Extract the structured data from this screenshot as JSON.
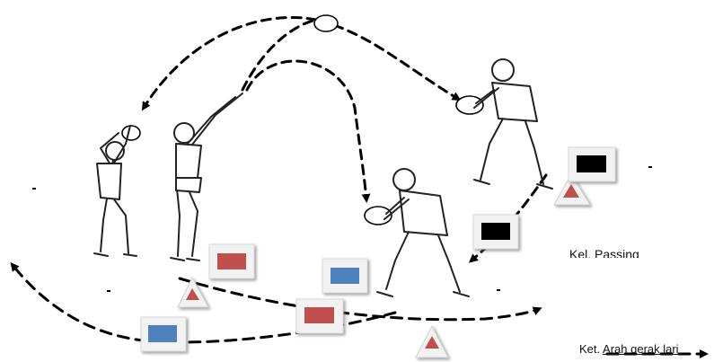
{
  "labels": {
    "group": "Kel. Passing",
    "legend_prefix": "Ket.",
    "legend_text": "Arah gerak lari"
  },
  "colors": {
    "red_marker": "#c0504d",
    "blue_marker": "#4f81bd",
    "black_marker": "#000000",
    "arrow": "#000000"
  },
  "figures": [
    {
      "name": "player-setting-left",
      "pose": "overhead-set"
    },
    {
      "name": "player-spiker-reaching",
      "pose": "reaching-up"
    },
    {
      "name": "player-passing-right",
      "pose": "forearm-pass"
    },
    {
      "name": "player-passing-center",
      "pose": "forearm-pass"
    }
  ]
}
